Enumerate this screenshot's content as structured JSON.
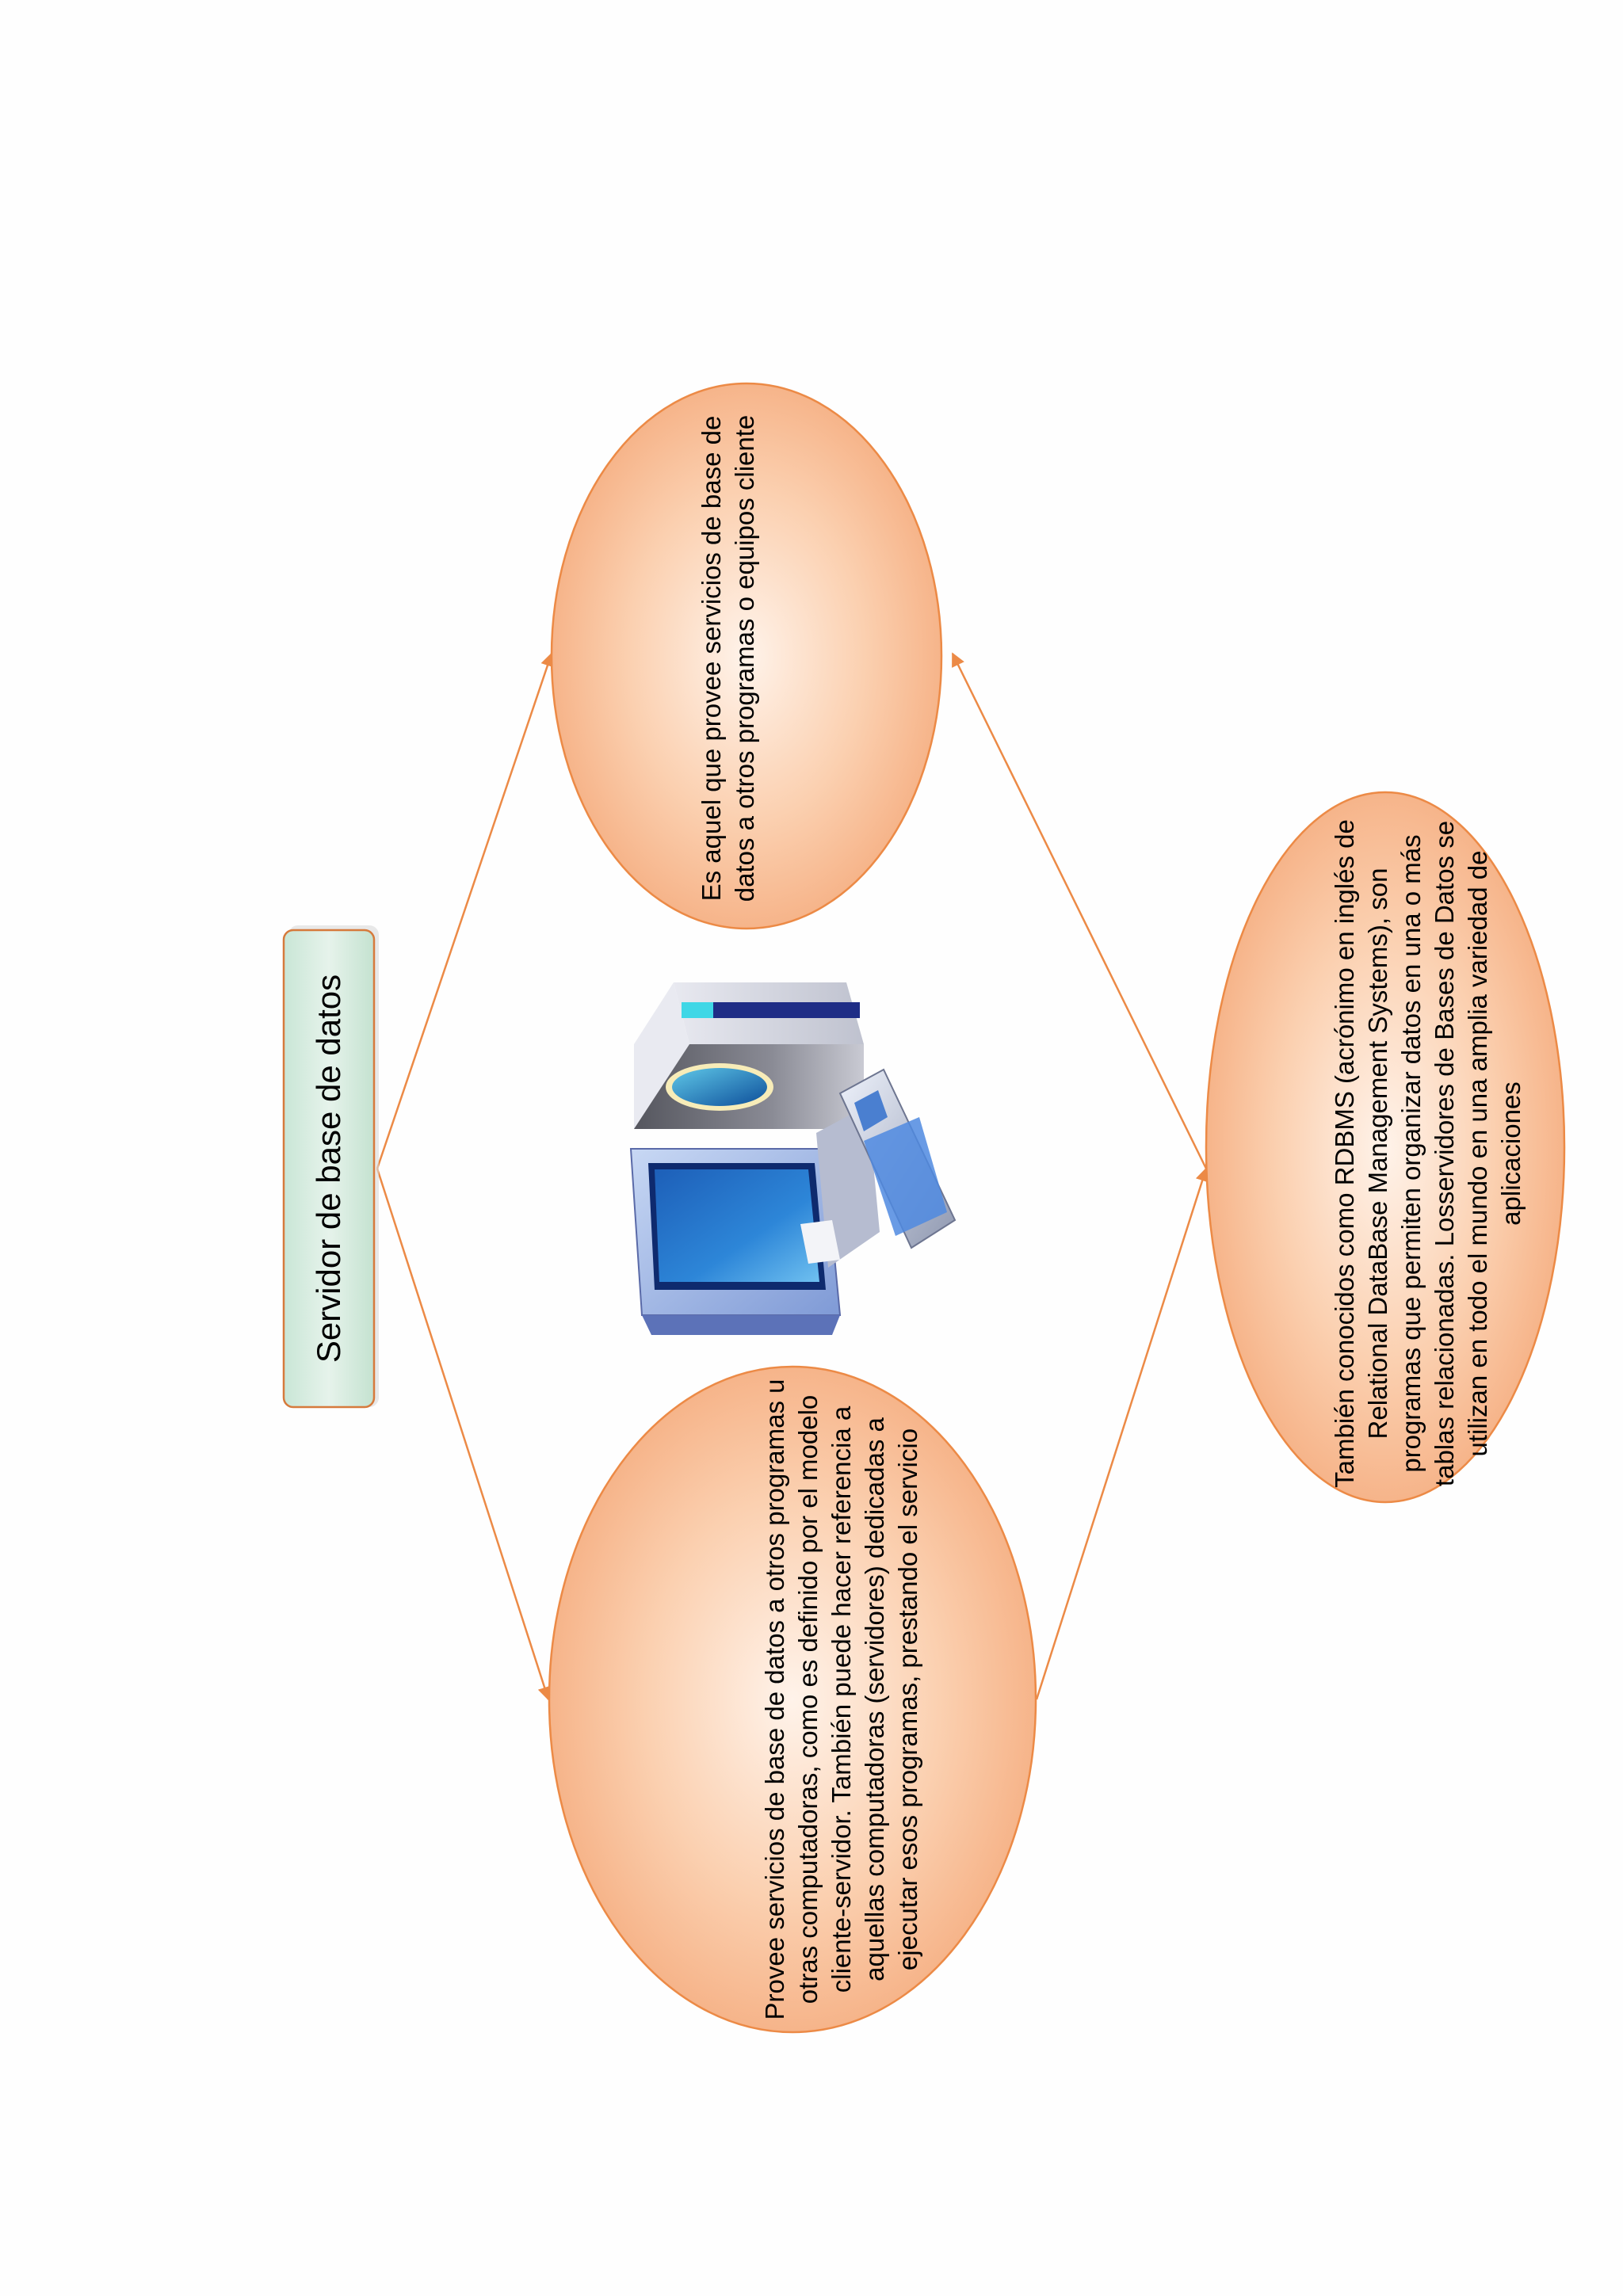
{
  "diagram": {
    "title": "Servidor de base de datos",
    "nodes": [
      {
        "id": "top",
        "text": "Es aquel que provee servicios de base de datos a otros programas o equipos cliente"
      },
      {
        "id": "bottom",
        "text": "Provee servicios de base de datos a otros programas u otras computadoras, como es definido por el modelo cliente-servidor. También puede hacer referencia a aquellas computadoras (servidores) dedicadas a ejecutar esos programas, prestando el servicio"
      },
      {
        "id": "right",
        "text": "También conocidos como RDBMS (acrónimo en inglés de Relational DataBase Management Systems), son programas que permiten organizar datos en una o más tablas relacionadas. Losservidores de Bases de Datos se utilizan en todo el mundo en una amplia variedad de aplicaciones"
      }
    ],
    "illustration": "computer-server-icon",
    "colors": {
      "node_fill_center": "#fff3ea",
      "node_fill_edge": "#f7b48a",
      "node_stroke": "#ec8a46",
      "arrow": "#ec8a46",
      "title_fill": "#d2ebde",
      "title_stroke": "#d67a3c"
    }
  }
}
